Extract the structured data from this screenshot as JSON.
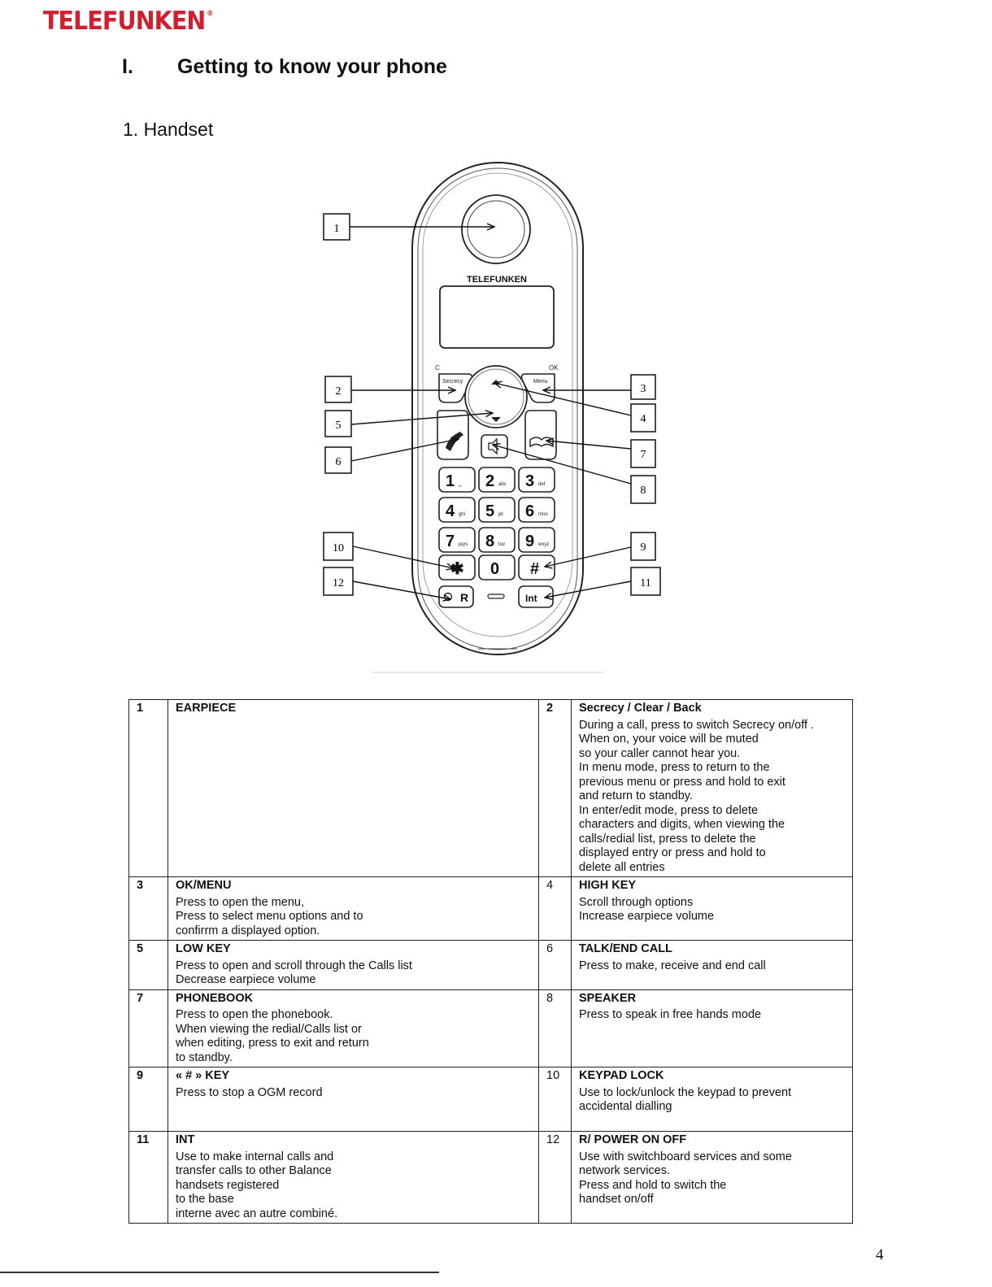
{
  "brand": {
    "logo_text": "TELEFUNKEN",
    "registered_mark": "®",
    "color": "#d0202f"
  },
  "section": {
    "number": "I.",
    "title": "Getting to know your phone"
  },
  "subsection": {
    "title": "1.  Handset"
  },
  "figure": {
    "handset_brand": "TELEFUNKEN",
    "top_labels": {
      "left": "C",
      "right": "OK"
    },
    "softkeys": {
      "left": "Secrecy",
      "right": "Menu"
    },
    "keypad": [
      {
        "digit": "1",
        "letters": "␣"
      },
      {
        "digit": "2",
        "letters": "abc"
      },
      {
        "digit": "3",
        "letters": "def"
      },
      {
        "digit": "4",
        "letters": "ghi"
      },
      {
        "digit": "5",
        "letters": "jkl"
      },
      {
        "digit": "6",
        "letters": "mno"
      },
      {
        "digit": "7",
        "letters": "pqrs"
      },
      {
        "digit": "8",
        "letters": "tuv"
      },
      {
        "digit": "9",
        "letters": "wxyz"
      },
      {
        "digit": "✱",
        "letters": ""
      },
      {
        "digit": "0",
        "letters": ""
      },
      {
        "digit": "#",
        "letters": ""
      }
    ],
    "bottom_keys": {
      "left": "R",
      "right": "Int"
    },
    "callouts": [
      "1",
      "2",
      "5",
      "6",
      "10",
      "12",
      "3",
      "4",
      "7",
      "8",
      "9",
      "11"
    ]
  },
  "table": [
    {
      "left": {
        "num": "1",
        "num_bold": true,
        "title": "EARPIECE",
        "lines": []
      },
      "right": {
        "num": "2",
        "num_bold": true,
        "title": "Secrecy / Clear / Back",
        "lines": [
          "During a  call, press to switch Secrecy on/off .",
          "When on, your voice will be muted",
          "so your caller cannot hear you.",
          "In menu mode, press to return to the",
          "previous menu or press and hold to exit",
          "and return to standby.",
          "In enter/edit mode, press to delete",
          "characters and digits, when viewing the",
          "calls/redial list, press to delete the",
          "displayed entry or press and hold to",
          "delete all entries"
        ]
      }
    },
    {
      "left": {
        "num": "3",
        "num_bold": true,
        "title": "OK/MENU",
        "lines": [
          "Press to open the menu,",
          "Press to select menu options and to",
          "confirrm a displayed option."
        ]
      },
      "right": {
        "num": "4",
        "num_bold": false,
        "title": "HIGH KEY",
        "lines": [
          "Scroll through options",
          "Increase earpiece volume"
        ]
      }
    },
    {
      "left": {
        "num": "5",
        "num_bold": true,
        "title": "LOW KEY",
        "lines": [
          "Press to open and scroll through the Calls list",
          "Decrease earpiece volume"
        ]
      },
      "right": {
        "num": "6",
        "num_bold": false,
        "title": "TALK/END CALL",
        "lines": [
          "Press to make, receive and end call"
        ]
      }
    },
    {
      "left": {
        "num": "7",
        "num_bold": true,
        "title": "PHONEBOOK",
        "lines": [
          "Press to open the phonebook.",
          "When viewing the redial/Calls list or",
          "when editing, press to exit and return",
          "to standby."
        ]
      },
      "right": {
        "num": "8",
        "num_bold": false,
        "title": "SPEAKER",
        "lines": [
          "Press to speak in free hands mode"
        ]
      }
    },
    {
      "left": {
        "num": "9",
        "num_bold": true,
        "title": "« # » KEY",
        "lines": [
          "Press to stop a OGM record"
        ]
      },
      "right": {
        "num": "10",
        "num_bold": false,
        "title": "KEYPAD LOCK",
        "lines": [
          "Use to lock/unlock the keypad to prevent",
          "accidental dialling"
        ]
      }
    },
    {
      "left": {
        "num": "11",
        "num_bold": true,
        "title": "INT",
        "lines": [
          "Use to make internal calls and",
          "transfer calls to other Balance",
          "handsets registered",
          "to the base",
          "interne avec an autre combiné."
        ]
      },
      "right": {
        "num": "12",
        "num_bold": false,
        "title": "R/ POWER ON OFF",
        "lines": [
          "Use with switchboard services and some",
          "network services.",
          "Press and hold to switch the",
          "handset on/off"
        ]
      }
    }
  ],
  "page_number": "4"
}
